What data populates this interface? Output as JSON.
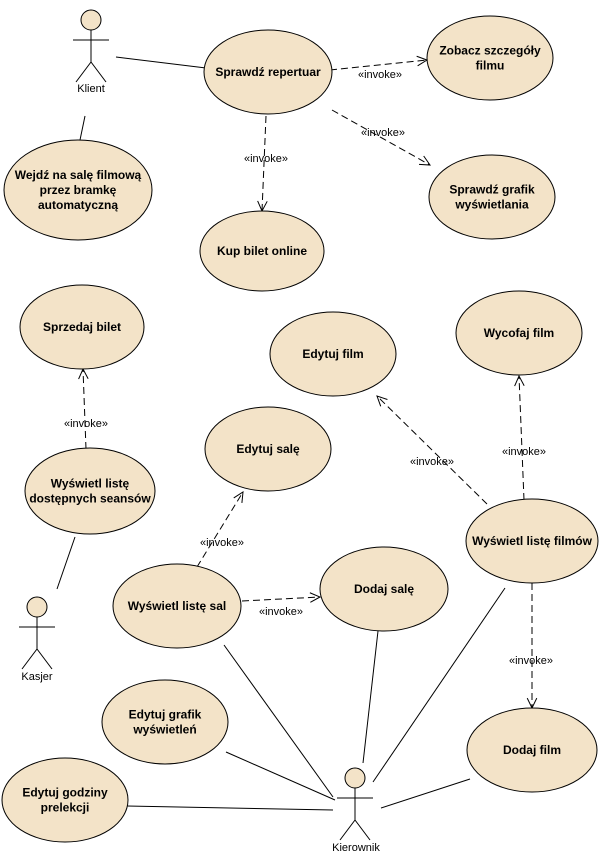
{
  "stereotype": "«invoke»",
  "colors": {
    "usecase_fill": "#f3e3c8",
    "stroke": "#000000"
  },
  "actors": [
    {
      "id": "klient",
      "name": "Klient"
    },
    {
      "id": "kasjer",
      "name": "Kasjer"
    },
    {
      "id": "kierownik",
      "name": "Kierownik"
    }
  ],
  "usecases": [
    {
      "id": "sprawdz_repertuar",
      "lines": [
        "Sprawdź repertuar"
      ]
    },
    {
      "id": "zobacz_szczegoly",
      "lines": [
        "Zobacz szczegóły",
        "filmu"
      ]
    },
    {
      "id": "wejdz_na_sale",
      "lines": [
        "Wejdź na salę filmową",
        "przez bramkę",
        "automatyczną"
      ]
    },
    {
      "id": "sprawdz_grafik",
      "lines": [
        "Sprawdź grafik",
        "wyświetlania"
      ]
    },
    {
      "id": "kup_bilet",
      "lines": [
        "Kup bilet online"
      ]
    },
    {
      "id": "sprzedaj_bilet",
      "lines": [
        "Sprzedaj bilet"
      ]
    },
    {
      "id": "wycofaj_film",
      "lines": [
        "Wycofaj film"
      ]
    },
    {
      "id": "edytuj_film",
      "lines": [
        "Edytuj film"
      ]
    },
    {
      "id": "edytuj_sale",
      "lines": [
        "Edytuj salę"
      ]
    },
    {
      "id": "wyswietl_seanse",
      "lines": [
        "Wyświetl listę",
        "dostępnych seansów"
      ]
    },
    {
      "id": "wyswietl_filmy",
      "lines": [
        "Wyświetl listę filmów"
      ]
    },
    {
      "id": "wyswietl_sale",
      "lines": [
        "Wyświetl listę sal"
      ]
    },
    {
      "id": "dodaj_sale",
      "lines": [
        "Dodaj salę"
      ]
    },
    {
      "id": "edytuj_grafik",
      "lines": [
        "Edytuj grafik",
        "wyświetleń"
      ]
    },
    {
      "id": "dodaj_film",
      "lines": [
        "Dodaj film"
      ]
    },
    {
      "id": "edytuj_godziny",
      "lines": [
        "Edytuj godziny",
        "prelekcji"
      ]
    }
  ],
  "associations": [
    {
      "actor": "klient",
      "usecase": "sprawdz_repertuar"
    },
    {
      "actor": "klient",
      "usecase": "wejdz_na_sale"
    },
    {
      "actor": "kasjer",
      "usecase": "wyswietl_seanse"
    },
    {
      "actor": "kierownik",
      "usecase": "wyswietl_sale"
    },
    {
      "actor": "kierownik",
      "usecase": "dodaj_sale"
    },
    {
      "actor": "kierownik",
      "usecase": "wyswietl_filmy"
    },
    {
      "actor": "kierownik",
      "usecase": "edytuj_grafik"
    },
    {
      "actor": "kierownik",
      "usecase": "dodaj_film"
    },
    {
      "actor": "kierownik",
      "usecase": "edytuj_godziny"
    }
  ],
  "invokes": [
    {
      "from": "sprawdz_repertuar",
      "to": "zobacz_szczegoly"
    },
    {
      "from": "sprawdz_repertuar",
      "to": "sprawdz_grafik"
    },
    {
      "from": "sprawdz_repertuar",
      "to": "kup_bilet"
    },
    {
      "from": "wyswietl_seanse",
      "to": "sprzedaj_bilet"
    },
    {
      "from": "wyswietl_filmy",
      "to": "wycofaj_film"
    },
    {
      "from": "wyswietl_filmy",
      "to": "edytuj_film"
    },
    {
      "from": "wyswietl_filmy",
      "to": "dodaj_film"
    },
    {
      "from": "wyswietl_sale",
      "to": "edytuj_sale"
    },
    {
      "from": "wyswietl_sale",
      "to": "dodaj_sale"
    }
  ]
}
